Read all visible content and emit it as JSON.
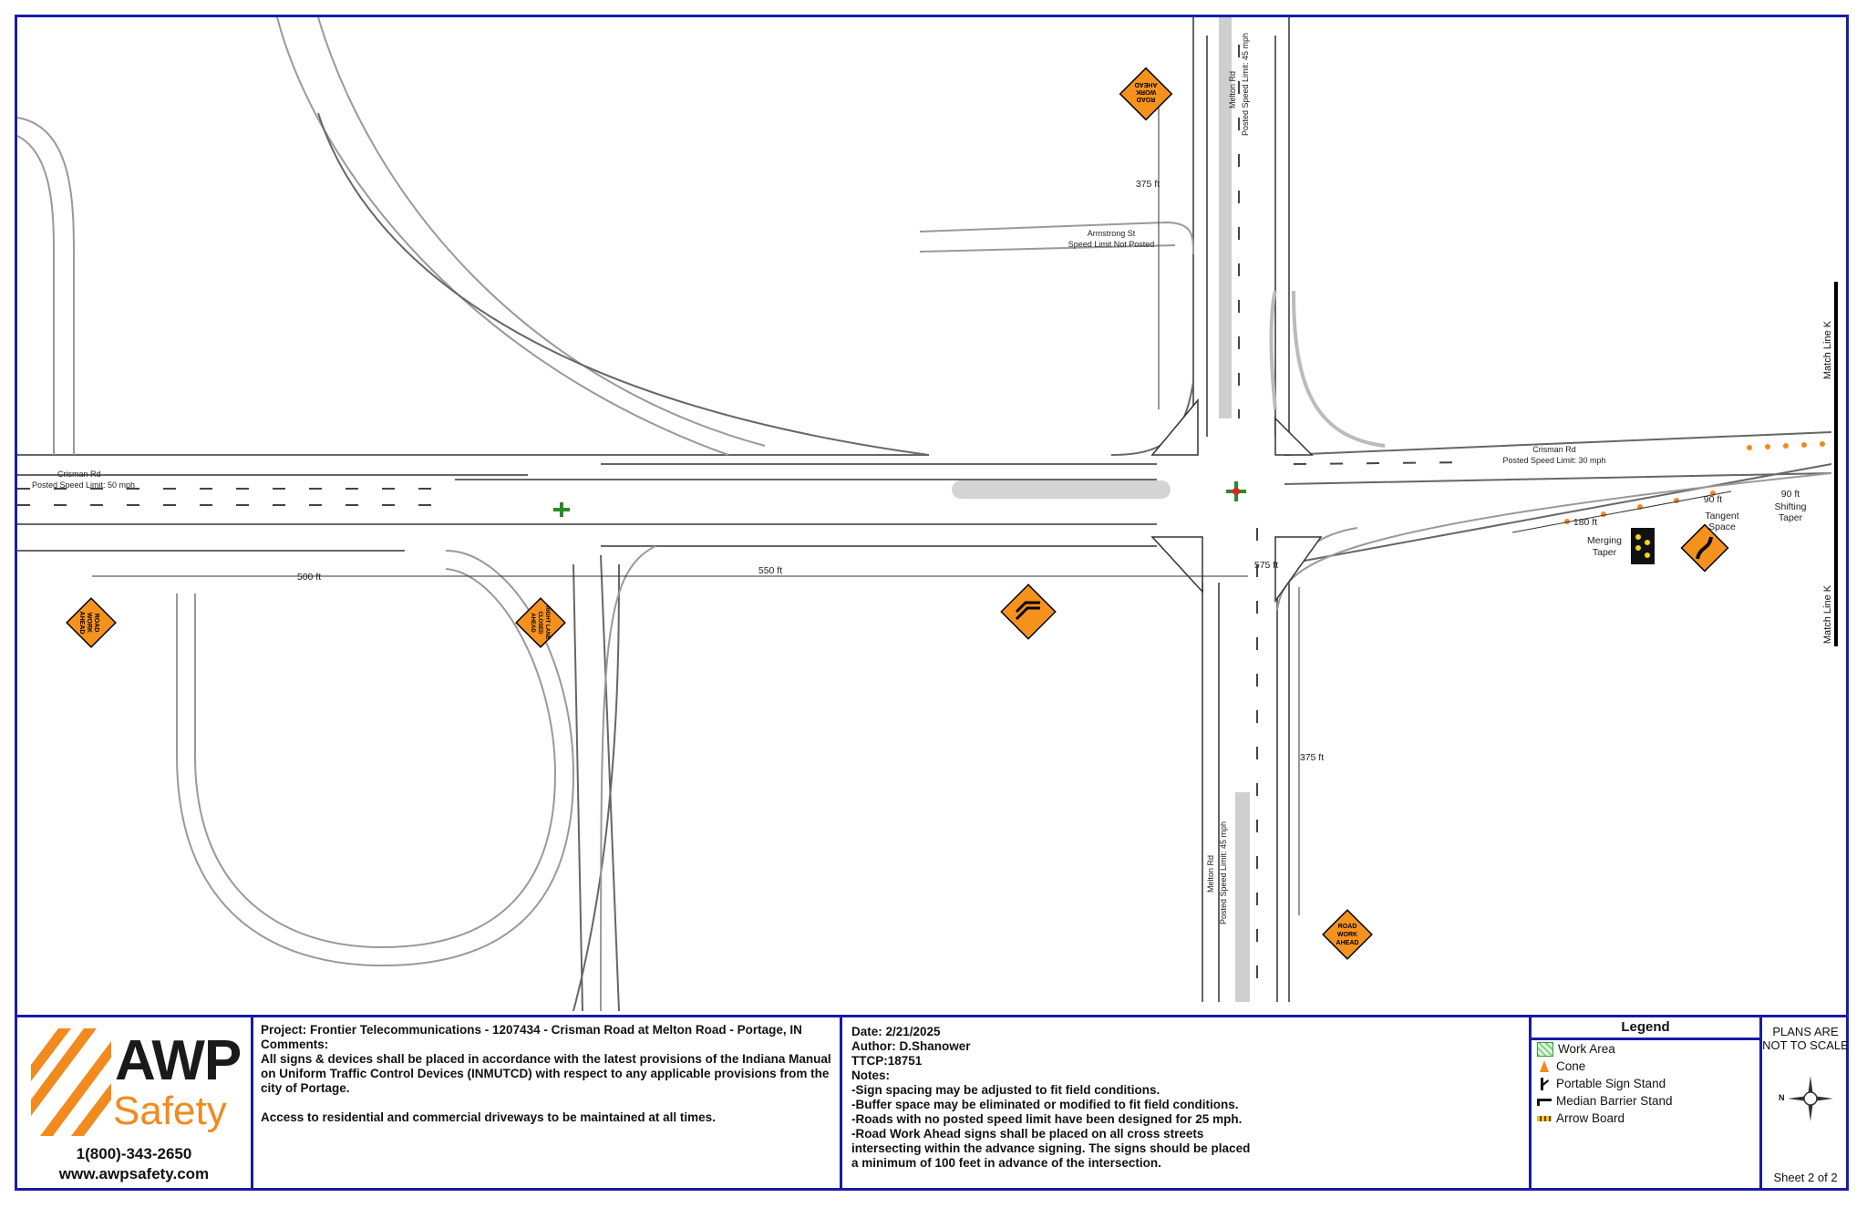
{
  "map": {
    "roads": {
      "crisman_west_name": "Crisman Rd",
      "crisman_west_speed": "Posted Speed Limit: 50 mph",
      "crisman_east_name": "Crisman Rd",
      "crisman_east_speed": "Posted Speed Limit: 30 mph",
      "melton_north_name": "Melton Rd",
      "melton_north_speed": "Posted Speed Limit: 45 mph",
      "melton_south_name": "Melton Rd",
      "melton_south_speed": "Posted Speed Limit: 45 mph",
      "armstrong_name": "Armstrong St",
      "armstrong_speed": "Speed Limit Not Posted"
    },
    "dimensions": {
      "d_500": "500 ft",
      "d_550": "550 ft",
      "d_575": "575 ft",
      "d_375_north": "375 ft",
      "d_375_south": "375 ft",
      "d_180": "180 ft",
      "d_90_tangent": "90 ft",
      "d_90_shift": "90 ft"
    },
    "labels": {
      "merging_taper_1": "Merging",
      "merging_taper_2": "Taper",
      "tangent_space_1": "Tangent",
      "tangent_space_2": "Space",
      "shifting_taper_1": "Shifting",
      "shifting_taper_2": "Taper",
      "match_line_top": "Match Line K",
      "match_line_bottom": "Match Line K"
    },
    "signs": {
      "road_work_ahead_1": "ROAD",
      "road_work_ahead_2": "WORK",
      "road_work_ahead_3": "AHEAD",
      "right_lane_closed_1": "RIGHT LANE",
      "right_lane_closed_2": "CLOSED",
      "right_lane_closed_3": "AHEAD"
    },
    "colors": {
      "sign_orange": "#f5921e",
      "road_line": "#555555",
      "work_area": "#cfcfcf"
    }
  },
  "titleblock": {
    "brand": "AWP",
    "brand_sub": "Safety",
    "phone": "1(800)-343-2650",
    "website": "www.awpsafety.com",
    "project": "Project: Frontier Telecommunications - 1207434 - Crisman Road at Melton Road - Portage, IN",
    "comments_label": "Comments:",
    "comments_1": "All signs & devices shall be placed in accordance with the latest provisions of the Indiana Manual on Uniform Traffic Control Devices (INMUTCD) with respect to any applicable provisions from the city of Portage.",
    "comments_2": "Access to residential and commercial driveways to be maintained at all times.",
    "date": "Date: 2/21/2025",
    "author": "Author: D.Shanower",
    "ttcp": "TTCP:18751",
    "notes_label": "Notes:",
    "note_1": "-Sign spacing may be adjusted to fit field conditions.",
    "note_2": "-Buffer space may be eliminated or modified to fit field conditions.",
    "note_3": "-Roads with no posted speed limit have been designed for 25 mph.",
    "note_4a": "-Road Work Ahead signs shall be placed on all cross streets",
    "note_4b": "intersecting within the advance signing. The signs should be placed",
    "note_4c": "a minimum of 100 feet in advance of the intersection.",
    "legend_title": "Legend",
    "legend": [
      {
        "label": "Work Area",
        "icon": "work-area-icon"
      },
      {
        "label": "Cone",
        "icon": "cone-icon"
      },
      {
        "label": "Portable Sign Stand",
        "icon": "sign-stand-icon"
      },
      {
        "label": "Median Barrier Stand",
        "icon": "barrier-stand-icon"
      },
      {
        "label": "Arrow Board",
        "icon": "arrow-board-icon"
      }
    ],
    "scale_note_1": "PLANS ARE",
    "scale_note_2": "NOT TO SCALE",
    "north_letter": "N",
    "sheet": "Sheet 2 of 2"
  }
}
